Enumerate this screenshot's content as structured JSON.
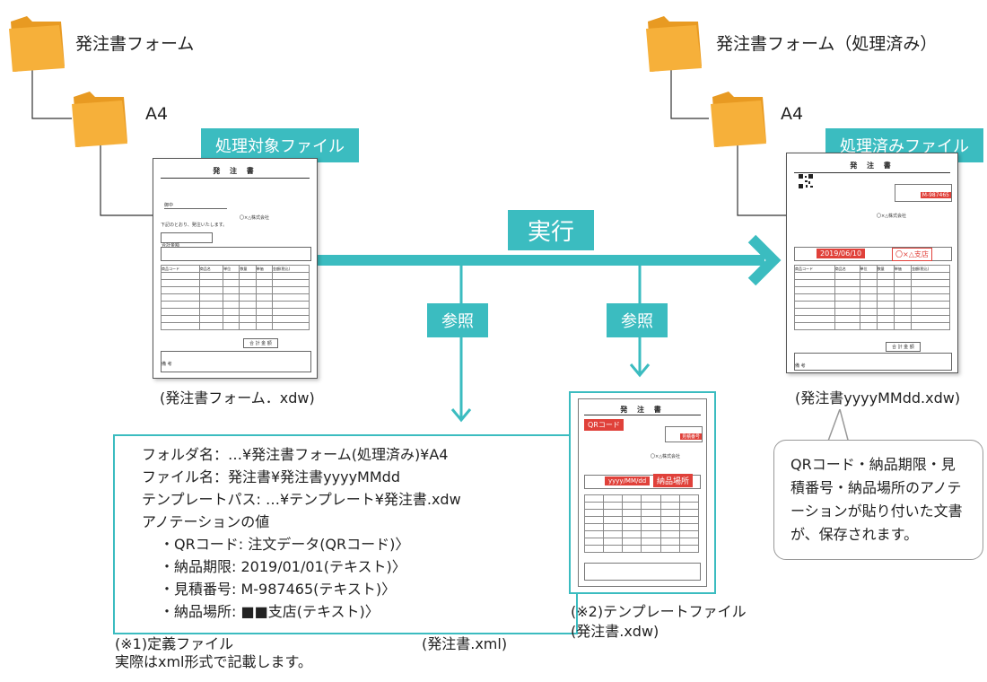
{
  "left": {
    "folder_root_label": "発注書フォーム",
    "folder_sub_label": "A4",
    "tag": "処理対象ファイル",
    "caption": "(発注書フォーム．xdw)"
  },
  "right": {
    "folder_root_label": "発注書フォーム（処理済み）",
    "folder_sub_label": "A4",
    "tag": "処理済みファイル",
    "caption": "(発注書yyyyMMdd.xdw)"
  },
  "execute_label": "実行",
  "reference_label_1": "参照",
  "reference_label_2": "参照",
  "definition": {
    "lines": [
      "フォルダ名：…¥発注書フォーム(処理済み)¥A4",
      "ファイル名：発注書¥発注書yyyyMMdd",
      "テンプレートパス: …¥テンプレート¥発注書.xdw",
      "アノテーションの値"
    ],
    "items": [
      "・QRコード: 注文データ(QRコード)〉",
      "・納品期限: 2019/01/01(テキスト)〉",
      "・見積番号: M-987465(テキスト)〉",
      "・納品場所: ■■支店(テキスト)〉"
    ],
    "note_left_1": "(※1)定義ファイル",
    "note_right": "(発注書.xml)",
    "note_left_2": "実際はxml形式で記載します。"
  },
  "template": {
    "caption_1": "(※2)テンプレートファイル",
    "caption_2": "(発注書.xdw)",
    "qr_label": "QRコード",
    "date_label": "yyyy/MM/dd",
    "place_label": "納品場所",
    "estimate_label": "見積番号"
  },
  "callout": {
    "lines": [
      "QRコード・納品期限・見",
      "積番号・納品場所のアノテ",
      "ーションが貼り付いた文書",
      "が、保存されます。"
    ]
  },
  "doc": {
    "title": "発 注 書",
    "company": "〇×△株式会社",
    "total_label": "合 計 金 額",
    "remarks": "備 考",
    "to": "御中",
    "greeting": "下記のとおり、発注いたします。",
    "amount_label": "合計金額",
    "deliver_label": "納品期限",
    "place_label": "納品場所",
    "date_val": "2019/06/10",
    "place_val": "〇×△支店",
    "estimate_val": "M-987465",
    "col1": "商品コード",
    "col2": "商品名",
    "col3": "単位",
    "col4": "数量",
    "col5": "単価",
    "col6": "金額(税込)"
  },
  "colors": {
    "accent": "#3bbcc0",
    "folder": "#f6b03a",
    "highlight": "#e0413a"
  }
}
